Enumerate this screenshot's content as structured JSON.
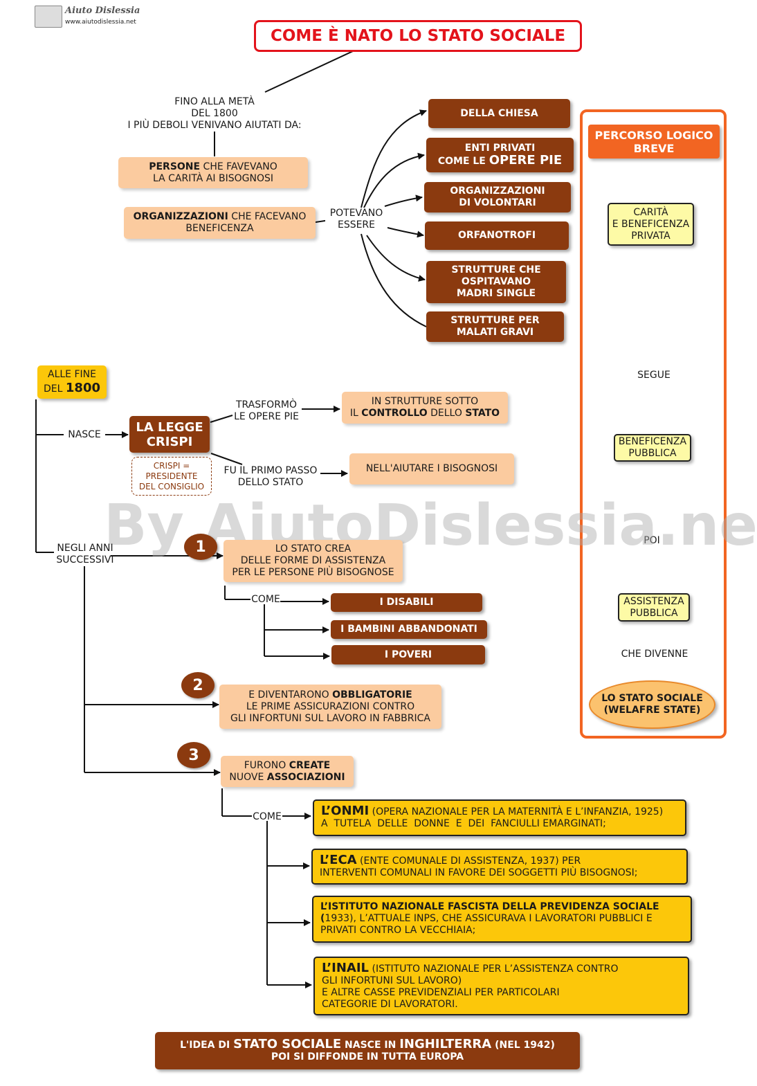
{
  "logo": {
    "brand": "Aiuto Dislessia",
    "url": "www.aiutodislessia.net"
  },
  "title": "COME È NATO LO STATO SOCIALE",
  "watermark": "By AiutoDislessia.net",
  "intro": {
    "text": "FINO ALLA METÀ\nDEL 1800\nI PIÙ DEBOLI VENIVANO AIUTATI DA:"
  },
  "helpers": {
    "persone_b": "PERSONE",
    "persone_rest1": " CHE FAVEVANO",
    "persone_rest2": "LA CARITÀ AI BISOGNOSI",
    "org_b": "ORGANIZZAZIONI",
    "org_rest1": " CHE FACEVANO",
    "org_rest2": "BENEFICENZA"
  },
  "potevano": "POTEVANO\nESSERE",
  "org_types": [
    "DELLA CHIESA",
    "ENTI PRIVATI",
    "COME LE ",
    "OPERE PIE",
    "ORGANIZZAZIONI\nDI VOLONTARI",
    "ORFANOTROFI",
    "STRUTTURE CHE\nOSPITAVANO\nMADRI SINGLE",
    "STRUTTURE PER\nMALATI GRAVI"
  ],
  "sidebar": {
    "header": "PERCORSO LOGICO\nBREVE",
    "step1": "CARITÀ\nE BENEFICENZA\nPRIVATA",
    "link1": "SEGUE",
    "step2": "BENEFICENZA\nPUBBLICA",
    "link2": "POI",
    "step3": "ASSISTENZA\nPUBBLICA",
    "link3": "CHE DIVENNE",
    "result": "LO STATO SOCIALE\n(WELAFRE STATE)"
  },
  "fine1800": {
    "line1": "ALLE FINE",
    "line2a": "DEL ",
    "line2b": "1800"
  },
  "nasce": "NASCE",
  "legge": "LA LEGGE\nCRISPI",
  "crispi_note": "CRISPI =\nPRESIDENTE\nDEL CONSIGLIO",
  "trasformo": "TRASFORMÒ\nLE OPERE PIE",
  "strutture_controllo": {
    "line1": "IN STRUTTURE SOTTO",
    "line2a": "IL ",
    "line2b": "CONTROLLO",
    "line2c": " DELLO ",
    "line2d": "STATO"
  },
  "primo_passo": "FU IL PRIMO PASSO\nDELLO STATO",
  "aiutare": "NELL'AIUTARE I BISOGNOSI",
  "negli_anni": "NEGLI ANNI\nSUCCESSIVI",
  "steps": {
    "n1": "1",
    "n2": "2",
    "n3": "3"
  },
  "stato_crea": "LO STATO CREA\nDELLE FORME DI ASSISTENZA\nPER LE PERSONE PIÙ BISOGNOSE",
  "come1": "COME",
  "beneficiari": [
    "I DISABILI",
    "I BAMBINI ABBANDONATI",
    "I POVERI"
  ],
  "assicurazioni": {
    "a": "E DIVENTARONO ",
    "b": "OBBLIGATORIE",
    "line2": "LE PRIME ASSICURAZIONI CONTRO",
    "line3": "GLI INFORTUNI SUL LAVORO IN FABBRICA"
  },
  "associazioni": {
    "a": "FURONO ",
    "b": "CREATE",
    "c": "NUOVE ",
    "d": "ASSOCIAZIONI"
  },
  "come2": "COME",
  "enti": [
    {
      "name": "L’ONMI",
      "desc1": " (OPERA NAZIONALE PER LA MATERNITÀ E L’INFANZIA, 1925)",
      "desc2": "A  TUTELA  DELLE  DONNE  E  DEI  FANCIULLI EMARGINATI;"
    },
    {
      "name": "L’ECA",
      "desc1": " (ENTE COMUNALE DI ASSISTENZA, 1937) PER",
      "desc2": "INTERVENTI COMUNALI IN FAVORE DEI SOGGETTI PIÙ BISOGNOSI;"
    },
    {
      "name": "L’ISTITUTO NAZIONALE FASCISTA DELLA PREVIDENZA SOCIALE",
      "desc1": "(",
      "desc1b": "1933), L’ATTUALE INPS, CHE ASSICURAVA I LAVORATORI PUBBLICI E",
      "desc2": "PRIVATI CONTRO LA VECCHIAIA;"
    },
    {
      "name": "L’INAIL",
      "desc1": " (ISTITUTO NAZIONALE PER L’ASSISTENZA CONTRO",
      "desc2": "GLI INFORTUNI SUL LAVORO)\nE ALTRE CASSE PREVIDENZIALI PER PARTICOLARI\nCATEGORIE DI LAVORATORI."
    }
  ],
  "footer": {
    "a": "L'IDEA DI ",
    "b": "STATO SOCIALE",
    "c": " NASCE IN ",
    "d": "INGHILTERRA",
    "e": " (NEL 1942)",
    "line2": "POI SI DIFFONDE IN TUTTA EUROPA"
  },
  "colors": {
    "brown": "#8B3A0F",
    "peach": "#FBCB9F",
    "orange": "#F26522",
    "yellow": "#FCC70A",
    "pale_yellow": "#FDFAA6",
    "title_red": "#E3131B"
  }
}
